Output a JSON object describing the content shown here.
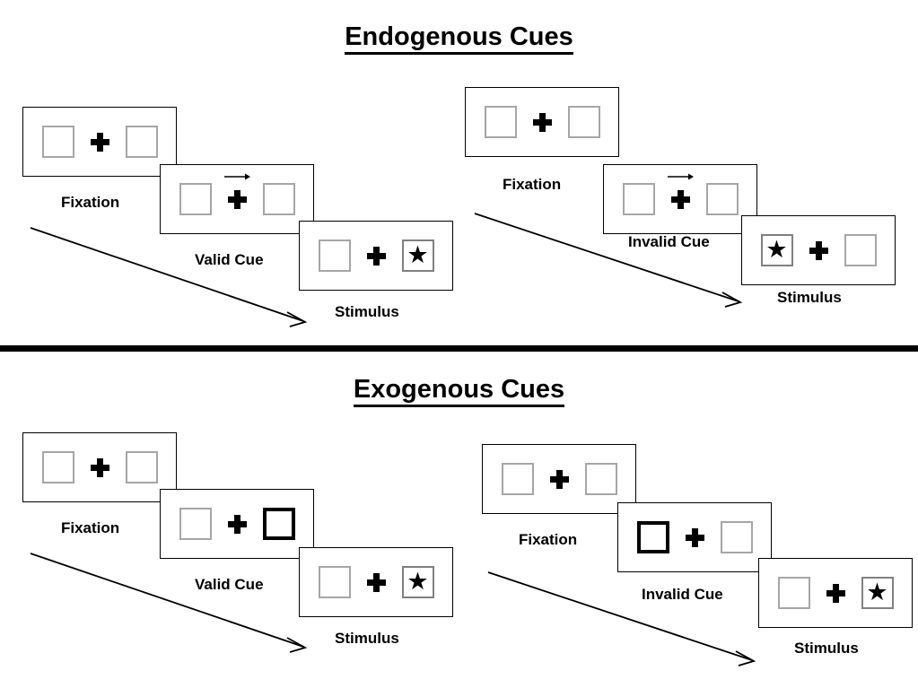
{
  "page": {
    "background": "#ffffff",
    "divider_color": "#000000"
  },
  "sections": [
    {
      "id": "endogenous",
      "title": "Endogenous Cues",
      "columns": [
        {
          "id": "endogenous-valid",
          "cue_type": "arrow",
          "steps": [
            {
              "id": "fixation",
              "label": "Fixation",
              "left_box": "empty",
              "right_box": "empty",
              "cue": "none",
              "target": "none"
            },
            {
              "id": "cue",
              "label": "Valid Cue",
              "left_box": "empty",
              "right_box": "empty",
              "cue": "arrow-right",
              "target": "none"
            },
            {
              "id": "stimulus",
              "label": "Stimulus",
              "left_box": "empty",
              "right_box": "target",
              "cue": "none",
              "target": "right"
            }
          ]
        },
        {
          "id": "endogenous-invalid",
          "cue_type": "arrow",
          "steps": [
            {
              "id": "fixation",
              "label": "Fixation",
              "left_box": "empty",
              "right_box": "empty",
              "cue": "none",
              "target": "none"
            },
            {
              "id": "cue",
              "label": "Invalid Cue",
              "left_box": "empty",
              "right_box": "empty",
              "cue": "arrow-right",
              "target": "none"
            },
            {
              "id": "stimulus",
              "label": "Stimulus",
              "left_box": "target",
              "right_box": "empty",
              "cue": "none",
              "target": "left"
            }
          ]
        }
      ]
    },
    {
      "id": "exogenous",
      "title": "Exogenous Cues",
      "columns": [
        {
          "id": "exogenous-valid",
          "cue_type": "box-flash",
          "steps": [
            {
              "id": "fixation",
              "label": "Fixation",
              "left_box": "empty",
              "right_box": "empty",
              "cue": "none",
              "target": "none"
            },
            {
              "id": "cue",
              "label": "Valid Cue",
              "left_box": "empty",
              "right_box": "cued",
              "cue": "box-right",
              "target": "none"
            },
            {
              "id": "stimulus",
              "label": "Stimulus",
              "left_box": "empty",
              "right_box": "target",
              "cue": "none",
              "target": "right"
            }
          ]
        },
        {
          "id": "exogenous-invalid",
          "cue_type": "box-flash",
          "steps": [
            {
              "id": "fixation",
              "label": "Fixation",
              "left_box": "empty",
              "right_box": "empty",
              "cue": "none",
              "target": "none"
            },
            {
              "id": "cue",
              "label": "Invalid Cue",
              "left_box": "cued",
              "right_box": "empty",
              "cue": "box-left",
              "target": "none"
            },
            {
              "id": "stimulus",
              "label": "Stimulus",
              "left_box": "empty",
              "right_box": "target",
              "cue": "none",
              "target": "right"
            }
          ]
        }
      ]
    }
  ],
  "glyphs": {
    "star": "★",
    "fixation_cross": "plus-shape",
    "cue_arrow": "arrow-right-icon",
    "time_arrow": "diagonal-arrow-icon"
  },
  "colors": {
    "box_border": "#a6a6a6",
    "cued_box_border": "#000000",
    "panel_border": "#000000",
    "text": "#000000",
    "star": "#000000"
  },
  "labels": {
    "fixation": "Fixation",
    "valid_cue": "Valid Cue",
    "invalid_cue": "Invalid Cue",
    "stimulus": "Stimulus"
  }
}
